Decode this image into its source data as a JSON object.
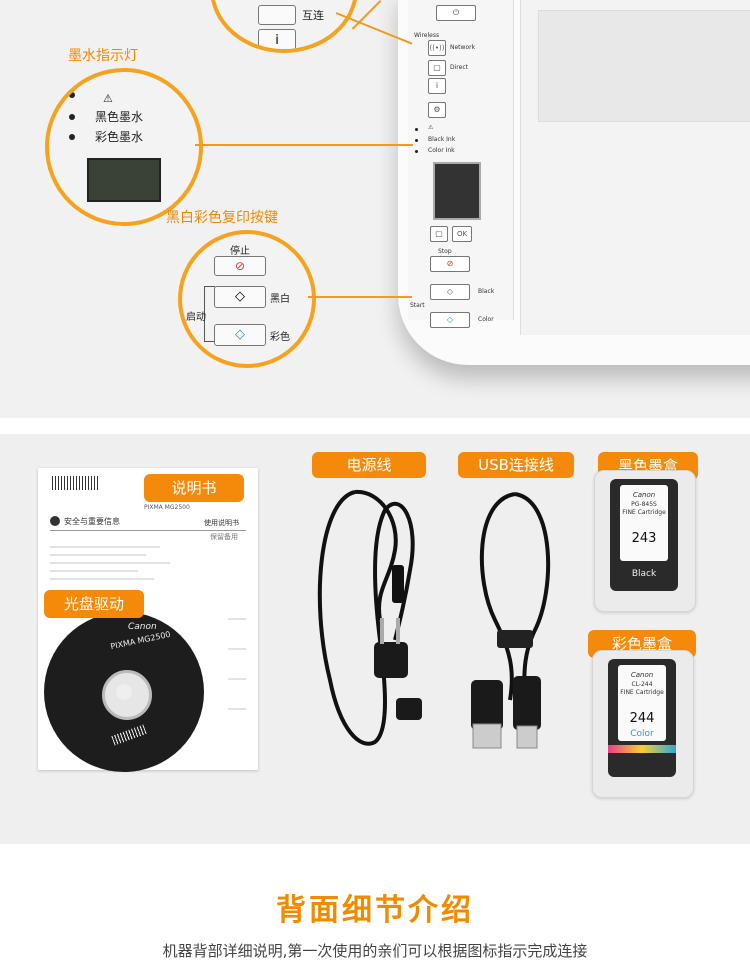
{
  "callouts": {
    "ink_indicator": "墨水指示灯",
    "copy_buttons": "黑白彩色复印按键"
  },
  "zoom_ink": {
    "black_ink": "黑色墨水",
    "color_ink": "彩色墨水"
  },
  "zoom_copy": {
    "stop": "停止",
    "start": "启动",
    "black": "黑白",
    "color": "彩色"
  },
  "zoom_top": {
    "partial_label": "互连"
  },
  "printer_panel": {
    "wireless": "Wireless",
    "network": "Network",
    "direct": "Direct",
    "black_ink": "Black Ink",
    "color_ink": "Color Ink",
    "ok": "OK",
    "stop": "Stop",
    "black": "Black",
    "start": "Start",
    "color": "Color"
  },
  "accessories": {
    "manual": "说明书",
    "cd": "光盘驱动",
    "power_cable": "电源线",
    "usb_cable": "USB连接线",
    "black_cartridge": "黑色墨盒",
    "color_cartridge": "彩色墨盒"
  },
  "manual_sheet": {
    "model": "PIXMA MG2500",
    "heading": "安全与重要信息",
    "subheading": "使用说明书",
    "note": "保留备用"
  },
  "cd_label": {
    "brand": "Canon",
    "model": "PIXMA MG2500"
  },
  "cartridge_black": {
    "brand": "Canon",
    "code": "PG-845S",
    "type": "FINE Cartridge",
    "number": "243",
    "color": "Black"
  },
  "cartridge_color": {
    "brand": "Canon",
    "code": "CL-244",
    "type": "FINE Cartridge",
    "number": "244",
    "color": "Color"
  },
  "section": {
    "title": "背面细节介绍",
    "subtitle": "机器背部详细说明,第一次使用的亲们可以根据图标指示完成连接"
  },
  "colors": {
    "accent": "#f08a00",
    "tag_bg": "#f58a0a",
    "panel_bg": "#f1f1f1"
  }
}
